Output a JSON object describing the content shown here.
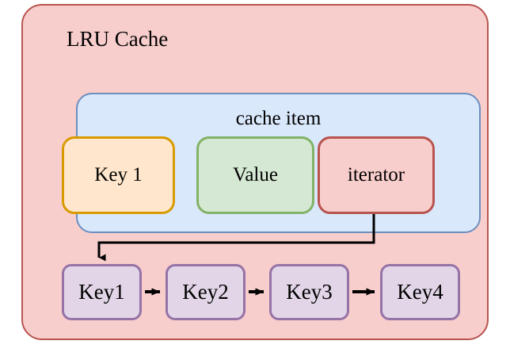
{
  "diagram": {
    "title": "LRU Cache",
    "outer": {
      "label": "LRU Cache",
      "fill": "#f8cecc",
      "stroke": "#b85450"
    },
    "cache_item": {
      "label": "cache item",
      "fill": "#dae8fc",
      "stroke": "#6c8ebf",
      "fields": [
        {
          "label": "Key 1",
          "fill": "#ffe6cc",
          "stroke": "#d79b00",
          "name": "key"
        },
        {
          "label": "Value",
          "fill": "#d5e8d4",
          "stroke": "#82b366",
          "name": "value"
        },
        {
          "label": "iterator",
          "fill": "#f8cecc",
          "stroke": "#b85450",
          "name": "iterator"
        }
      ]
    },
    "key_list": {
      "fill": "#e1d5e7",
      "stroke": "#9673a6",
      "nodes": [
        {
          "label": "Key1"
        },
        {
          "label": "Key2"
        },
        {
          "label": "Key3"
        },
        {
          "label": "Key4"
        }
      ]
    },
    "connectors": {
      "arrow_color": "#000000",
      "iterator_to_key1": "iterator -> Key1",
      "chain": [
        "Key1 -> Key2",
        "Key2 -> Key3",
        "Key3 -> Key4"
      ]
    }
  }
}
